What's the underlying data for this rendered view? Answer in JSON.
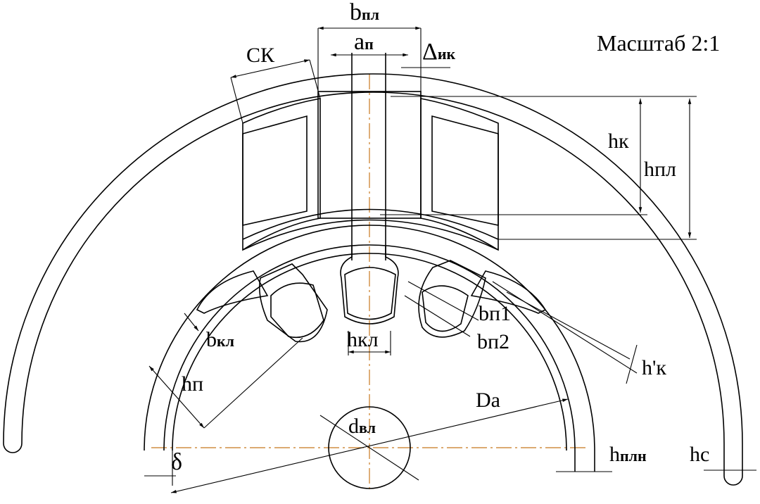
{
  "title": "Масштаб 2:1",
  "labels": {
    "b_pl": {
      "base": "b",
      "sub": "пл"
    },
    "a_p": {
      "base": "a",
      "sub": "п"
    },
    "d_ik": {
      "base": "Δ",
      "sub": "ик"
    },
    "c_k": {
      "base": "С",
      "sub": "К"
    },
    "h_k": {
      "base": "h",
      "sub": "к"
    },
    "h_pl": {
      "base": "h",
      "sub": "пл"
    },
    "b_kl": {
      "base": "b",
      "sub": "кл"
    },
    "h_kl": {
      "base": "h",
      "sub": "кл"
    },
    "b_p1": {
      "base": "b",
      "sub": "п1"
    },
    "b_p2": {
      "base": "b",
      "sub": "п2"
    },
    "h_k_prime": {
      "base": "h'",
      "sub": "к"
    },
    "h_p": {
      "base": "h",
      "sub": "п"
    },
    "D_a": {
      "base": "D",
      "sub": "a"
    },
    "d_vl": {
      "base": "d",
      "sub": "вл"
    },
    "delta": {
      "base": "δ",
      "sub": ""
    },
    "h_pln": {
      "base": "h",
      "sub": "плн"
    },
    "h_c": {
      "base": "h",
      "sub": "с"
    }
  },
  "colors": {
    "line": "#000000",
    "axis": "#c8781e",
    "background": "#ffffff"
  }
}
